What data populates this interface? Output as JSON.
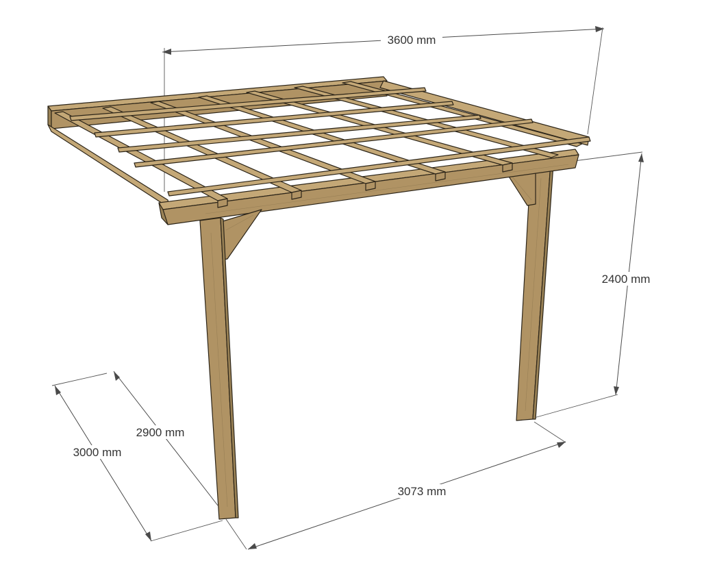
{
  "diagram": {
    "dimensions": {
      "width_top": "3600 mm",
      "height": "2400 mm",
      "depth_outer": "3000 mm",
      "depth_inner": "2900 mm",
      "post_spacing": "3073 mm"
    }
  },
  "colors": {
    "wood_light": "#c4a877",
    "wood_mid": "#b09364",
    "wood_dark": "#9a8256",
    "outline": "#2b2418",
    "dimension_text": "#333333"
  }
}
